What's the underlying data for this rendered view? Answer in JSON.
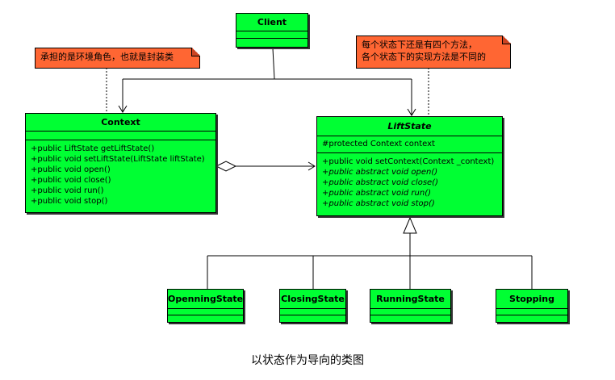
{
  "notes": {
    "context_note": "承担的是环境角色，也就是封装类",
    "liftstate_note_line1": "每个状态下还是有四个方法，",
    "liftstate_note_line2": "各个状态下的实现方法是不同的"
  },
  "classes": {
    "client": {
      "name": "Client"
    },
    "context": {
      "name": "Context",
      "methods": [
        "+public LiftState getLiftState()",
        "+public void setLiftState(LiftState liftState)",
        "+public void open()",
        "+public void close()",
        "+public void run()",
        "+public void stop()"
      ]
    },
    "liftstate": {
      "name": "LiftState",
      "attributes": [
        "#protected Context context"
      ],
      "methods": [
        "+public void setContext(Context _context)",
        "+public abstract void open()",
        "+public abstract void close()",
        "+public abstract void run()",
        "+public abstract void stop()"
      ]
    },
    "openning": {
      "name": "OpenningState"
    },
    "closing": {
      "name": "ClosingState"
    },
    "running": {
      "name": "RunningState"
    },
    "stopping": {
      "name": "Stopping"
    }
  },
  "caption": "以状态作为导向的类图",
  "colors": {
    "class_fill": "#00ff33",
    "note_fill": "#ff6633",
    "line": "#000000"
  }
}
